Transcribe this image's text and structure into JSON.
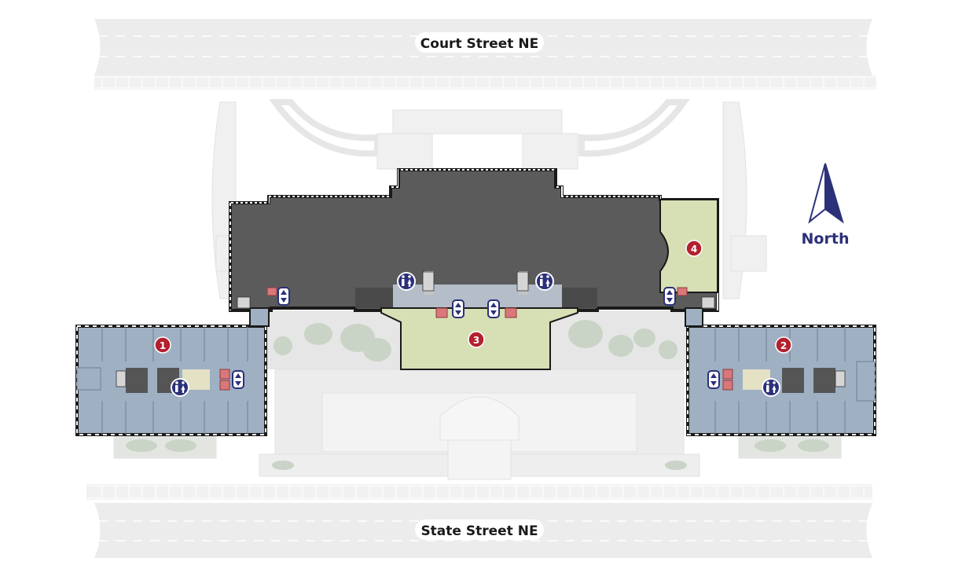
{
  "streets": {
    "north": "Court Street NE",
    "south": "State Street NE"
  },
  "compass": {
    "label": "North",
    "color": "#2b3079"
  },
  "areas": [
    {
      "number": "1",
      "color": "#9fb0c3"
    },
    {
      "number": "2",
      "color": "#9fb0c3"
    },
    {
      "number": "3",
      "color": "#d7dfb4"
    },
    {
      "number": "4",
      "color": "#d7dfb4"
    }
  ],
  "colors": {
    "main_floor": "#5a5a5a",
    "wing": "#9fb0c3",
    "green_room": "#d7dfb4",
    "marker": "#b3202e",
    "icon_blue": "#2b3079",
    "elevator_red": "#d9777a"
  },
  "icons": [
    "restroom-icon",
    "elevator-icon",
    "stairs-icon",
    "north-arrow-icon"
  ]
}
